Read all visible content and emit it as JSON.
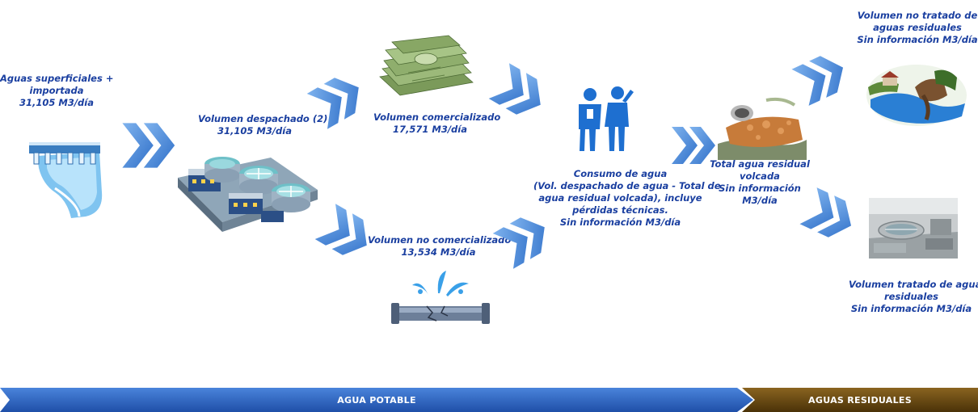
{
  "nodes": {
    "source": {
      "line1": "Aguas superficiales +",
      "line2": "importada",
      "line3": "31,105 M3/día"
    },
    "dispatched": {
      "line1": "Volumen despachado (2)",
      "line2": "31,105  M3/día"
    },
    "commercialized": {
      "line1": "Volumen comercializado",
      "line2": "17,571  M3/día"
    },
    "non_commercialized": {
      "line1": "Volumen  no comercializado",
      "line2": "13,534   M3/día"
    },
    "consumption": {
      "line1": "Consumo de agua",
      "line2": "(Vol. despachado de agua - Total de",
      "line3": "agua residual volcada), incluye",
      "line4": "pérdidas técnicas.",
      "line5": "Sin información   M3/día"
    },
    "wastewater_total": {
      "line1": "Total agua residual",
      "line2": "volcada",
      "line3": "Sin información",
      "line4": "M3/día"
    },
    "untreated": {
      "line1": "Volumen no tratado de",
      "line2": "aguas residuales",
      "line3": "Sin información   M3/día"
    },
    "treated": {
      "line1": "Volumen tratado de aguas",
      "line2": "residuales",
      "line3": "Sin información  M3/día"
    }
  },
  "footer": {
    "potable_label": "AGUA POTABLE",
    "residual_label": "AGUAS RESIDUALES"
  },
  "colors": {
    "label_text": "#1a3fa0",
    "chevron": "#3d7fd0",
    "potable_bar": "#2f64c4",
    "residual_bar": "#6b4a12"
  },
  "icons": [
    "water-intake-icon",
    "treatment-plant-icon",
    "money-stack-icon",
    "broken-pipe-icon",
    "people-drinking-icon",
    "sewage-discharge-icon",
    "polluted-river-icon",
    "wastewater-plant-icon"
  ]
}
